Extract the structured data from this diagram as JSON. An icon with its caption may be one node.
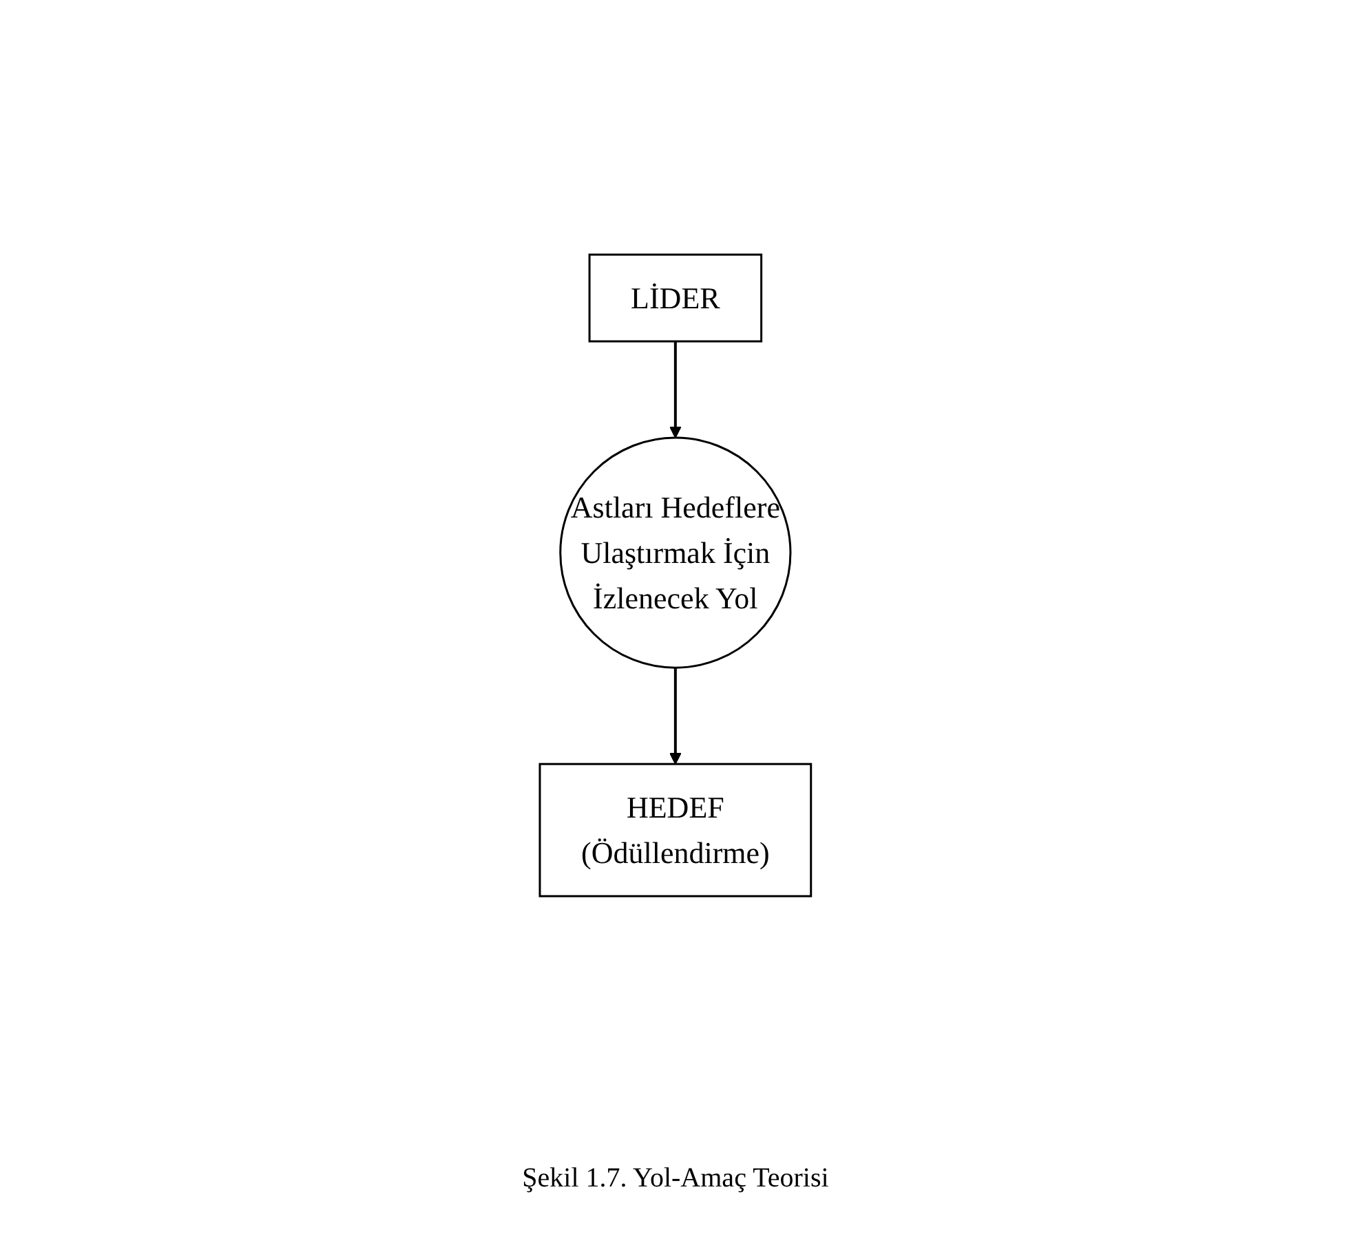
{
  "diagram": {
    "caption": "Şekil 1.7. Yol-Amaç Teorisi",
    "nodes": [
      {
        "text": [
          "LİDER"
        ]
      },
      {
        "text": [
          "Astları Hedeflere Ulaştırmak İçin İzlenecek Yol"
        ]
      },
      {
        "text": [
          "HEDEF",
          "(Ödüllendirme)"
        ]
      }
    ],
    "edges": [
      {
        "from": 0,
        "to": 1,
        "arrow": "to"
      },
      {
        "from": 1,
        "to": 2,
        "arrow": "to"
      }
    ]
  }
}
